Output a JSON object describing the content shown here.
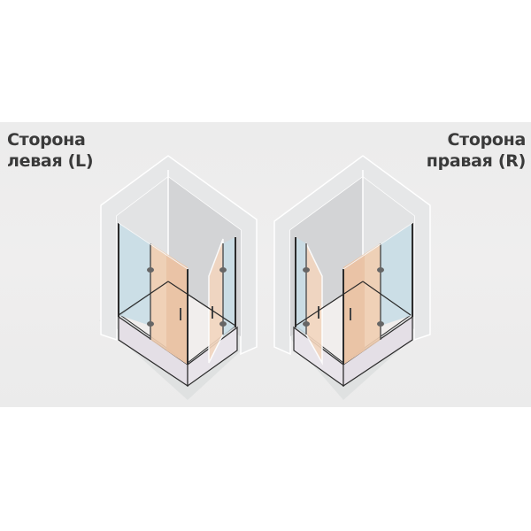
{
  "labels": {
    "left": {
      "line1": "Сторона",
      "line2": "левая (L)"
    },
    "right": {
      "line1": "Сторона",
      "line2": "правая (R)"
    }
  },
  "diagrams": [
    {
      "id": "left",
      "side": "L",
      "description": "Shower enclosure with folding door on left side"
    },
    {
      "id": "right",
      "side": "R",
      "description": "Shower enclosure with folding door on right side"
    }
  ],
  "colors": {
    "background": "#ececec",
    "label_text": "#3a3a3a",
    "wall_left": "#e2e3e4",
    "wall_right": "#d3d4d6",
    "glass_blue": "#c9dde6",
    "glass_orange": "#f0cdb0",
    "tray_side": "#e4dfe6",
    "frame": "#2b2b2b",
    "shadow": "#dfe1e1"
  }
}
